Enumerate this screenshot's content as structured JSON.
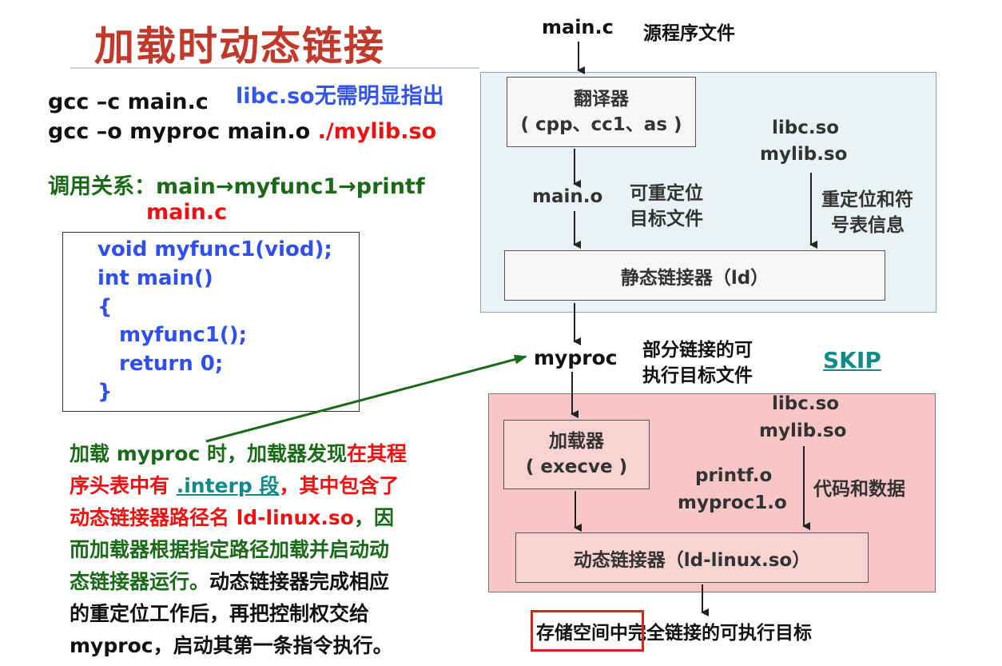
{
  "title": "加载时动态链接",
  "left": {
    "cmd1": "gcc –c main.c",
    "note": "libc.so无需明显指出",
    "cmd2_prefix": "gcc –o myproc main.o ",
    "cmd2_lib": "./mylib.so",
    "call_relation": "调用关系：main→myfunc1→printf",
    "file_label": "main.c",
    "code": [
      "void myfunc1(viod);",
      "int main()",
      "{",
      "myfunc1();",
      "return 0;",
      "}"
    ],
    "para": {
      "l1_green": "加载 myproc 时，加载器发现",
      "l1_red": "在其程",
      "l2_red1": "序头表中有 ",
      "l2_link": ".interp 段",
      "l2_red2": "，其中包含了",
      "l3_red": "动态链接器路径名 ld-linux.so",
      "l3_green": "，因",
      "l4_green": "而加载器根据指定路径加载并启动动",
      "l5_green": "态链接器运行。",
      "l5_black": "动态链接器完成相应",
      "l6_black": "的重定位工作后，再把控制权交给",
      "l7_black": "myproc，启动其第一条指令执行。"
    }
  },
  "diagram": {
    "main_c": "main.c",
    "source_label": "源程序文件",
    "translator_line1": "翻译器",
    "translator_line2": "( cpp、cc1、as )",
    "libc_so_1": "libc.so",
    "mylib_so_1": "mylib.so",
    "main_o": "main.o",
    "relocatable_line1": "可重定位",
    "relocatable_line2": "目标文件",
    "reloc_info_line1": "重定位和符",
    "reloc_info_line2": "号表信息",
    "static_linker": "静态链接器（ld）",
    "myproc": "myproc",
    "partial_line1": "部分链接的可",
    "partial_line2": "执行目标文件",
    "skip": "SKIP",
    "libc_so_2": "libc.so",
    "mylib_so_2": "mylib.so",
    "loader_line1": "加载器",
    "loader_line2": "( execve )",
    "printf_o": "printf.o",
    "myproc1_o": "myproc1.o",
    "code_data": "代码和数据",
    "dynamic_linker": "动态链接器（ld-linux.so）",
    "result": "存储空间中完全链接的可执行目标"
  },
  "colors": {
    "title": "#c0392b",
    "blue_code": "#2f4ff0",
    "green": "#1a6a1a",
    "red": "#ee1111",
    "teal_link": "#138a8a",
    "blue_panel": "#e9f3f4",
    "red_panel": "#f8c6c6"
  }
}
